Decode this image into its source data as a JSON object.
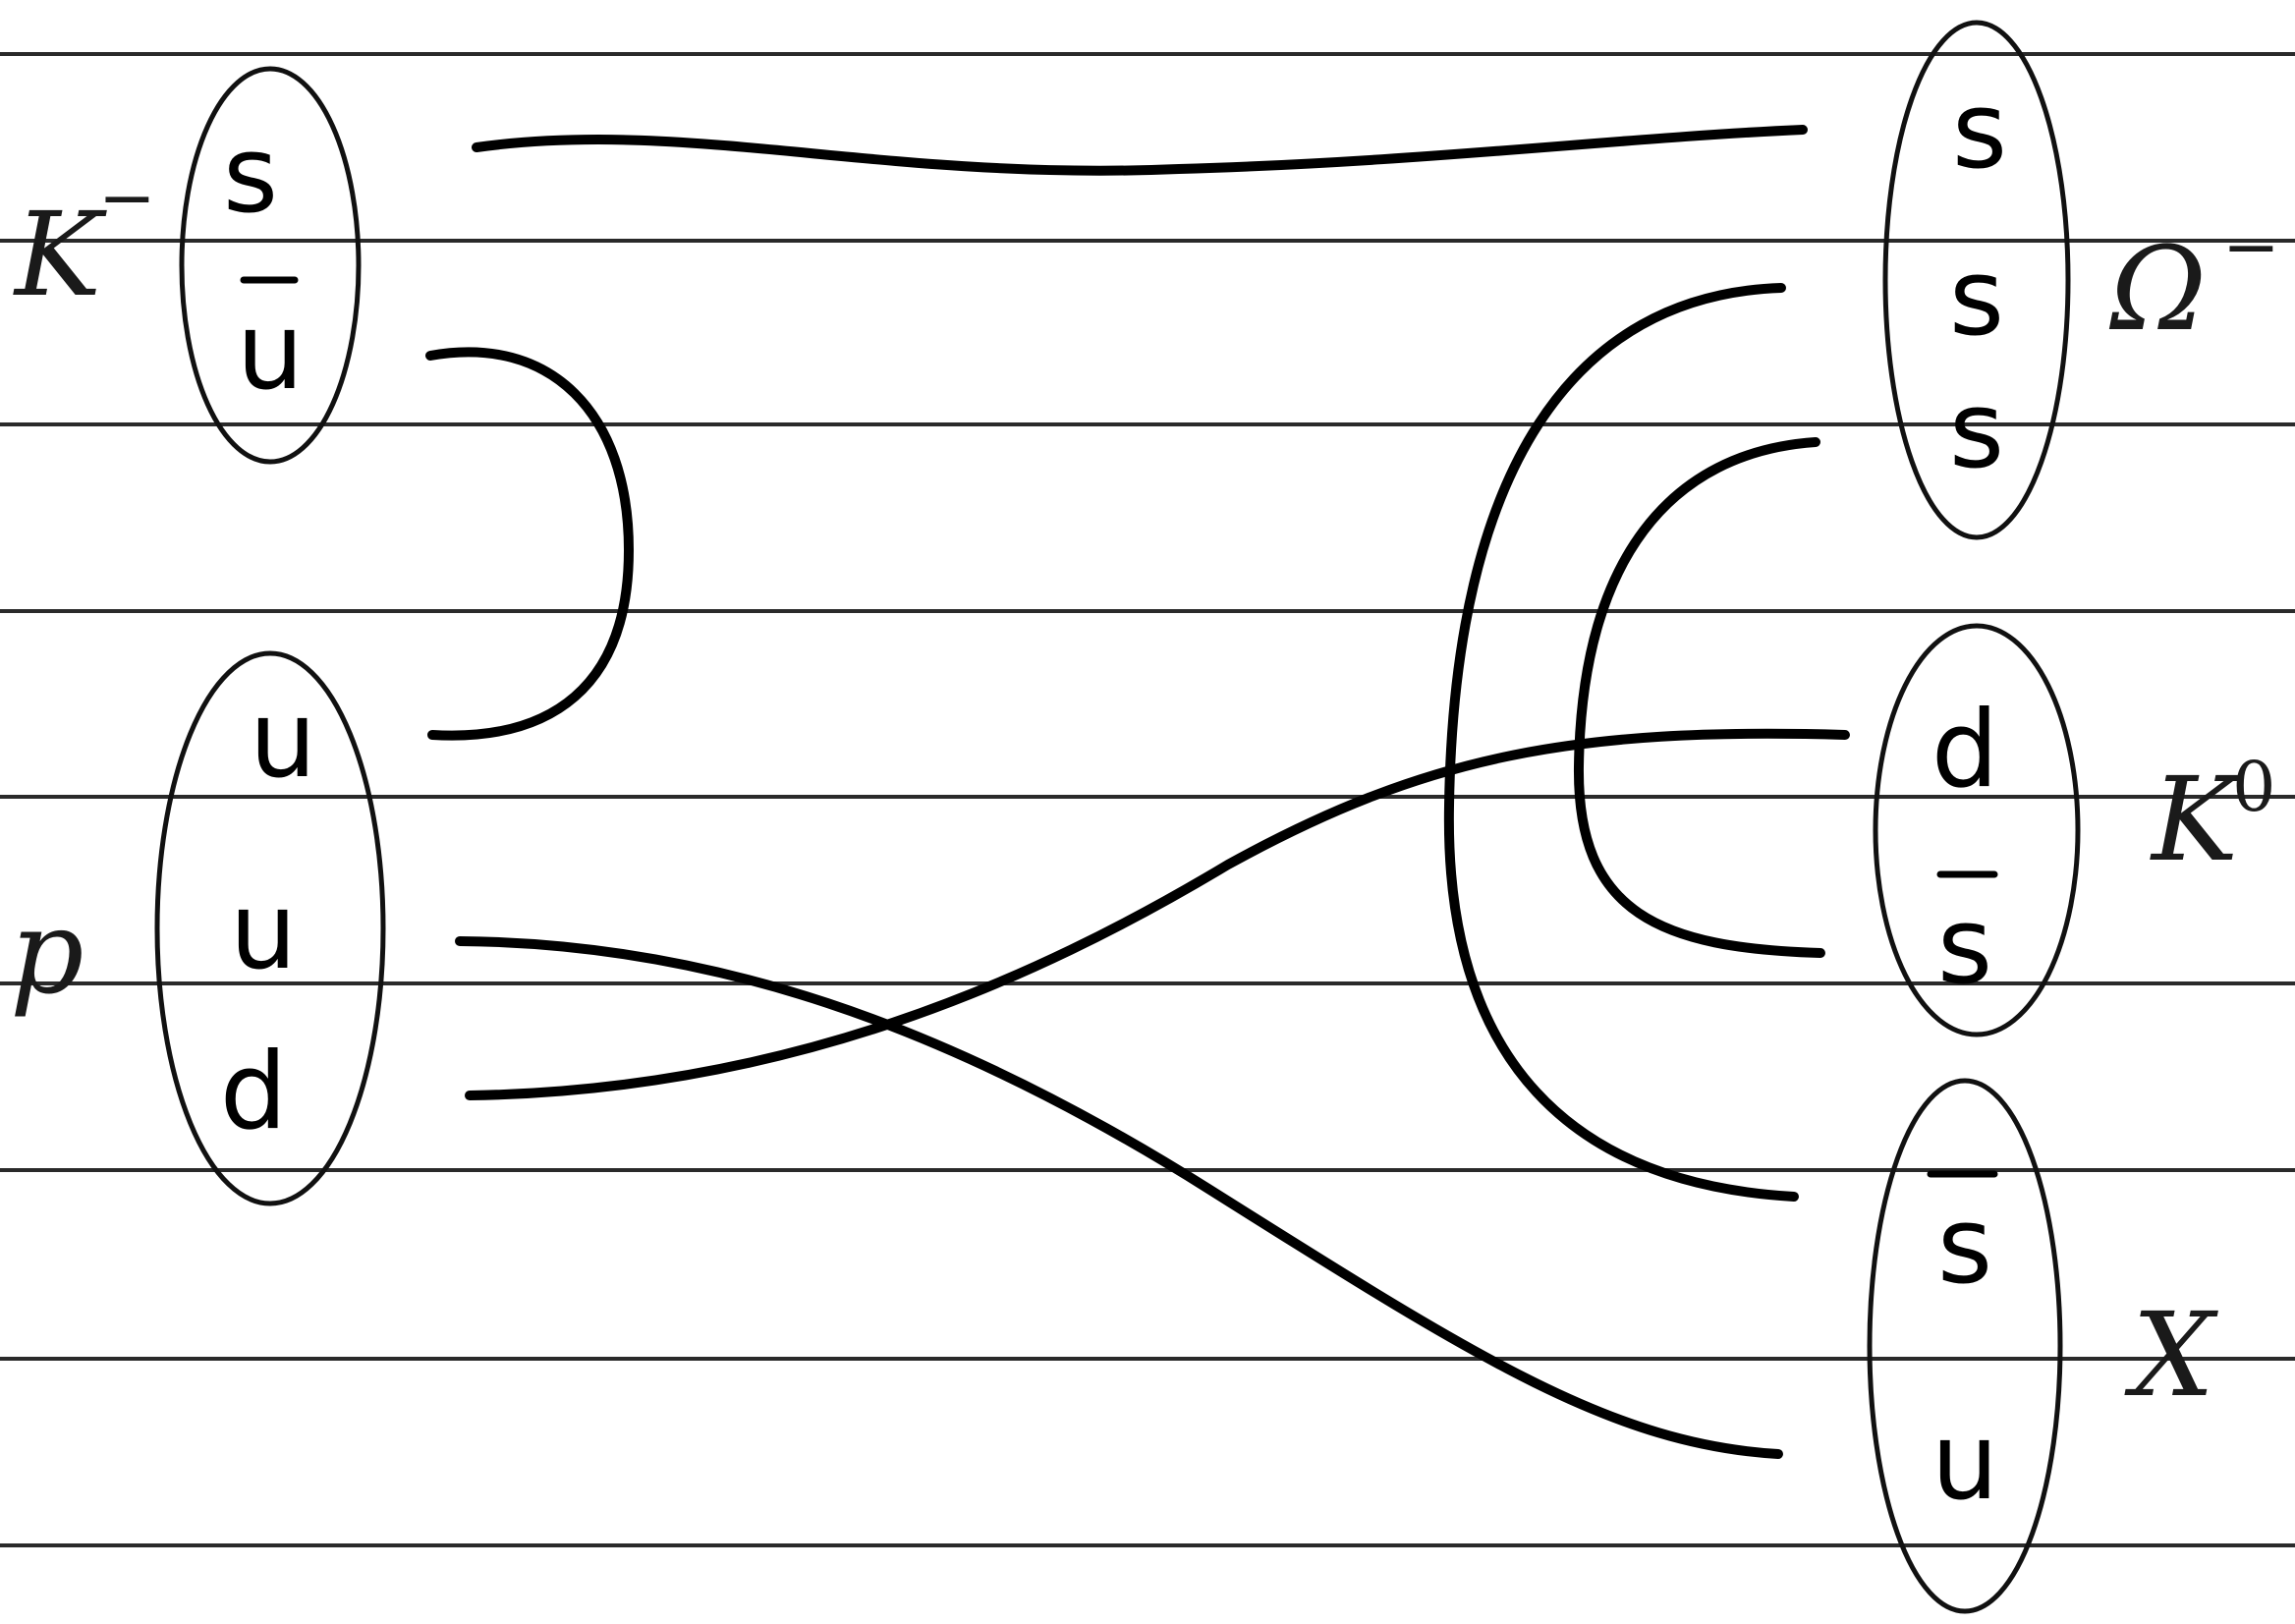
{
  "lines_visible": true,
  "particles": {
    "kaon_minus": {
      "symbol": "K",
      "charge": "−",
      "quarks": [
        "s",
        "u"
      ],
      "antiquark_index": [
        1
      ]
    },
    "proton": {
      "symbol": "p",
      "quarks": [
        "u",
        "u",
        "d"
      ],
      "antiquark_index": []
    },
    "omega_minus": {
      "symbol": "Ω",
      "charge": "−",
      "quarks": [
        "s",
        "s",
        "s"
      ],
      "antiquark_index": []
    },
    "kaon_zero": {
      "symbol": "K",
      "charge": "0",
      "quarks": [
        "d",
        "s"
      ],
      "antiquark_index": [
        1
      ]
    },
    "x": {
      "symbol": "X",
      "quarks": [
        "s",
        "u"
      ],
      "antiquark_index": [
        0
      ]
    }
  },
  "colors": {
    "ink": "#000000",
    "paper": "#ffffff",
    "ruling": "#2a2a2a"
  }
}
